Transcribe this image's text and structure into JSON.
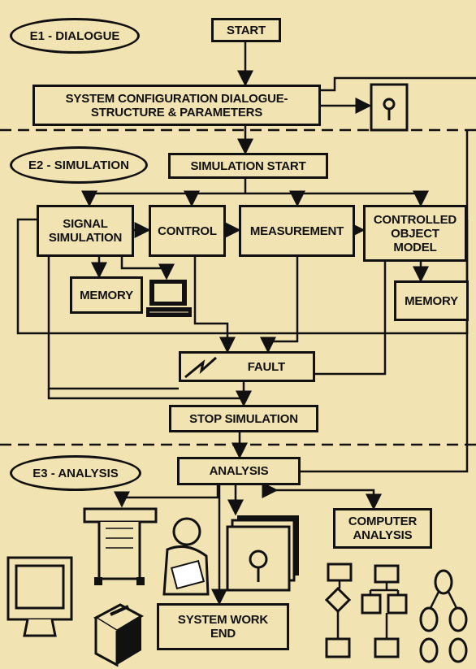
{
  "phases": {
    "e1": "E1 - DIALOGUE",
    "e2": "E2 - SIMULATION",
    "e3": "E3 - ANALYSIS"
  },
  "boxes": {
    "start": "START",
    "config": "SYSTEM CONFIGURATION DIALOGUE-\nSTRUCTURE & PARAMETERS",
    "sim_start": "SIMULATION START",
    "signal": "SIGNAL\nSIMULATION",
    "control": "CONTROL",
    "measurement": "MEASUREMENT",
    "controlled": "CONTROLLED\nOBJECT\nMODEL",
    "memory_left": "MEMORY",
    "memory_right": "MEMORY",
    "fault": "FAULT",
    "stop": "STOP SIMULATION",
    "analysis": "ANALYSIS",
    "computer_analysis": "COMPUTER\nANALYSIS",
    "end": "SYSTEM WORK\nEND"
  },
  "icons": [
    "disk-drive-icon",
    "terminal-icon",
    "lightning-icon",
    "printer-icon",
    "operator-icon",
    "floppy-disks-icon",
    "monitor-icon",
    "tape-unit-icon",
    "flowchart-icon",
    "tree-graph-icon"
  ]
}
